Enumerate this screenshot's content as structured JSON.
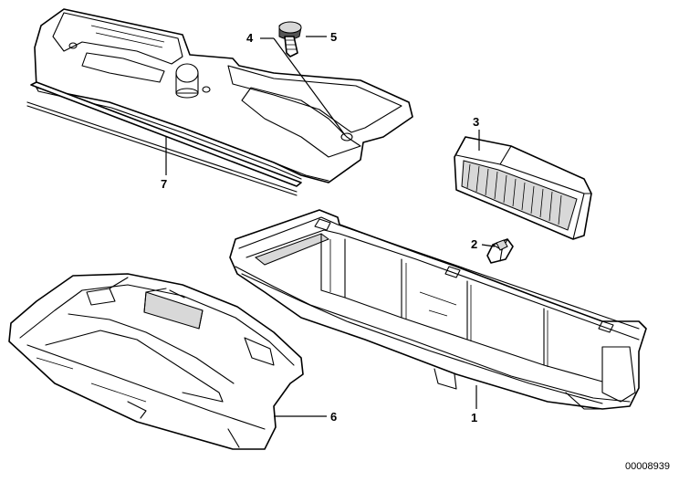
{
  "callouts": {
    "c1": "1",
    "c2": "2",
    "c3": "3",
    "c4": "4",
    "c5": "5",
    "c6": "6",
    "c7": "7"
  },
  "drawing_number": "00008939"
}
